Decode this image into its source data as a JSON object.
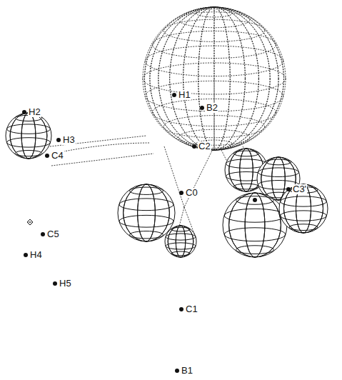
{
  "diagram": {
    "labels": [
      "H2",
      "H3",
      "C4",
      "H1",
      "B2",
      "C2",
      "C0",
      "C3'",
      "C5",
      "H4",
      "H5",
      "C1",
      "B1"
    ]
  }
}
